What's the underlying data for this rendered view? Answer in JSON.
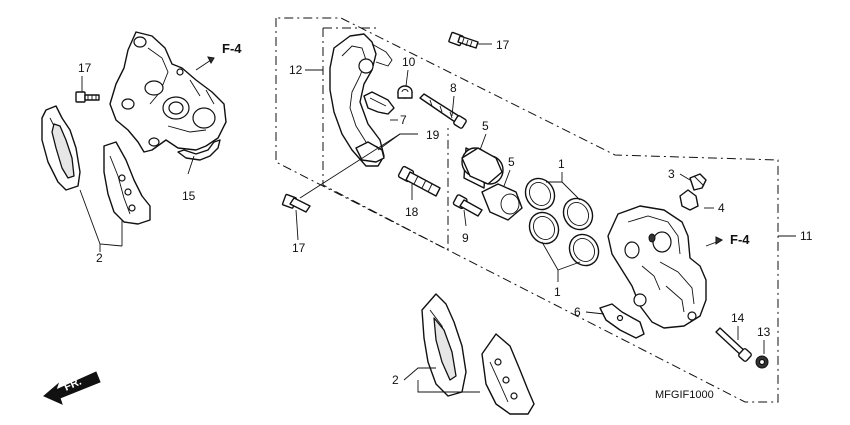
{
  "labels": {
    "p1a": "1",
    "p1b": "1",
    "p2a": "2",
    "p2b": "2",
    "p3": "3",
    "p4": "4",
    "p5a": "5",
    "p5b": "5",
    "p6": "6",
    "p7": "7",
    "p8": "8",
    "p9": "9",
    "p10": "10",
    "p11": "11",
    "p12": "12",
    "p13": "13",
    "p14": "14",
    "p15": "15",
    "p17a": "17",
    "p17b": "17",
    "p18": "18",
    "p19": "19"
  },
  "refs": {
    "f4_top": "F-4",
    "f4_right": "F-4"
  },
  "fr_arrow": "FR.",
  "diagram_code": "MFGIF1000"
}
